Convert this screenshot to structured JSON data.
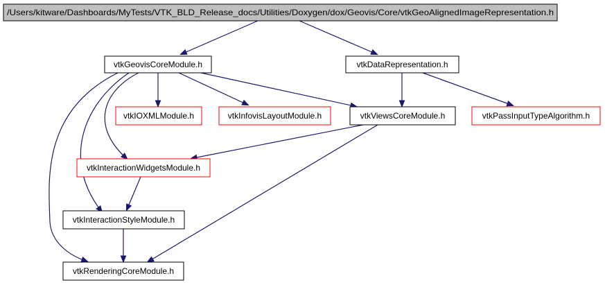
{
  "colors": {
    "edge": "#191970",
    "root_fill": "#bfbfbf",
    "node_fill": "#ffffff",
    "node_border": "#000000",
    "external_border": "#ff0000",
    "text": "#000000"
  },
  "nodes": [
    {
      "id": "root",
      "label": "/Users/kitware/Dashboards/MyTests/VTK_BLD_Release_docs/Utilities/Doxygen/dox/Geovis/Core/vtkGeoAlignedImageRepresentation.h",
      "style": "root"
    },
    {
      "id": "geoviscore",
      "label": "vtkGeovisCoreModule.h",
      "style": "normal"
    },
    {
      "id": "datarep",
      "label": "vtkDataRepresentation.h",
      "style": "normal"
    },
    {
      "id": "ioxml",
      "label": "vtkIOXMLModule.h",
      "style": "external"
    },
    {
      "id": "infovislayout",
      "label": "vtkInfovisLayoutModule.h",
      "style": "external"
    },
    {
      "id": "viewscore",
      "label": "vtkViewsCoreModule.h",
      "style": "normal"
    },
    {
      "id": "passinput",
      "label": "vtkPassInputTypeAlgorithm.h",
      "style": "external"
    },
    {
      "id": "interwidgets",
      "label": "vtkInteractionWidgetsModule.h",
      "style": "external"
    },
    {
      "id": "interstyle",
      "label": "vtkInteractionStyleModule.h",
      "style": "normal"
    },
    {
      "id": "rendercore",
      "label": "vtkRenderingCoreModule.h",
      "style": "normal"
    }
  ],
  "edges": [
    {
      "from": "root",
      "to": "geoviscore"
    },
    {
      "from": "root",
      "to": "datarep"
    },
    {
      "from": "geoviscore",
      "to": "ioxml"
    },
    {
      "from": "geoviscore",
      "to": "infovislayout"
    },
    {
      "from": "geoviscore",
      "to": "viewscore"
    },
    {
      "from": "geoviscore",
      "to": "interwidgets"
    },
    {
      "from": "geoviscore",
      "to": "interstyle"
    },
    {
      "from": "geoviscore",
      "to": "rendercore"
    },
    {
      "from": "datarep",
      "to": "viewscore"
    },
    {
      "from": "datarep",
      "to": "passinput"
    },
    {
      "from": "viewscore",
      "to": "interwidgets"
    },
    {
      "from": "viewscore",
      "to": "rendercore"
    },
    {
      "from": "interwidgets",
      "to": "interstyle"
    },
    {
      "from": "interstyle",
      "to": "rendercore"
    }
  ]
}
